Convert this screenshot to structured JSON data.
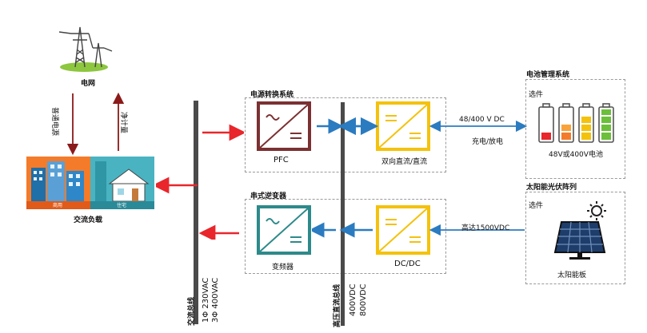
{
  "grid": {
    "label": "电网"
  },
  "loads": {
    "arrow_down_label": "普通电源",
    "arrow_up_label": "净计量",
    "caption": "交流负载",
    "left_tag": "商用",
    "right_tag": "住宅"
  },
  "ac_bus": {
    "name": "交流总线",
    "voltage_1": "1Φ 230VAC",
    "voltage_2": "3Φ 400VAC"
  },
  "dc_bus": {
    "name": "高压直流总线",
    "voltage_1": "400VDC",
    "voltage_2": "800VDC"
  },
  "pcs": {
    "title": "电源转换系统",
    "pfc_label": "PFC",
    "bidir_label": "双向直流/直流"
  },
  "inverter": {
    "title": "串式逆变器",
    "inverter_label": "变频器",
    "dcdc_label": "DC/DC"
  },
  "bms": {
    "title": "电池管理系统",
    "optional": "选件",
    "link_label_top": "48/400 V DC",
    "link_label_bottom": "充电/放电",
    "battery_caption": "48V或400V电池"
  },
  "solar": {
    "title": "太阳能光伏阵列",
    "optional": "选件",
    "link_label": "高达1500VDC",
    "panel_caption": "太阳能板"
  },
  "colors": {
    "red_arrow": "#e8262b",
    "dark_red_arrow": "#8b1a1a",
    "blue_arrow": "#2b7bc0",
    "pfc_border": "#7b3032",
    "converter_border": "#f4c20d",
    "inverter_border": "#2d8a8a",
    "bus_bar": "#4a4a4a"
  }
}
